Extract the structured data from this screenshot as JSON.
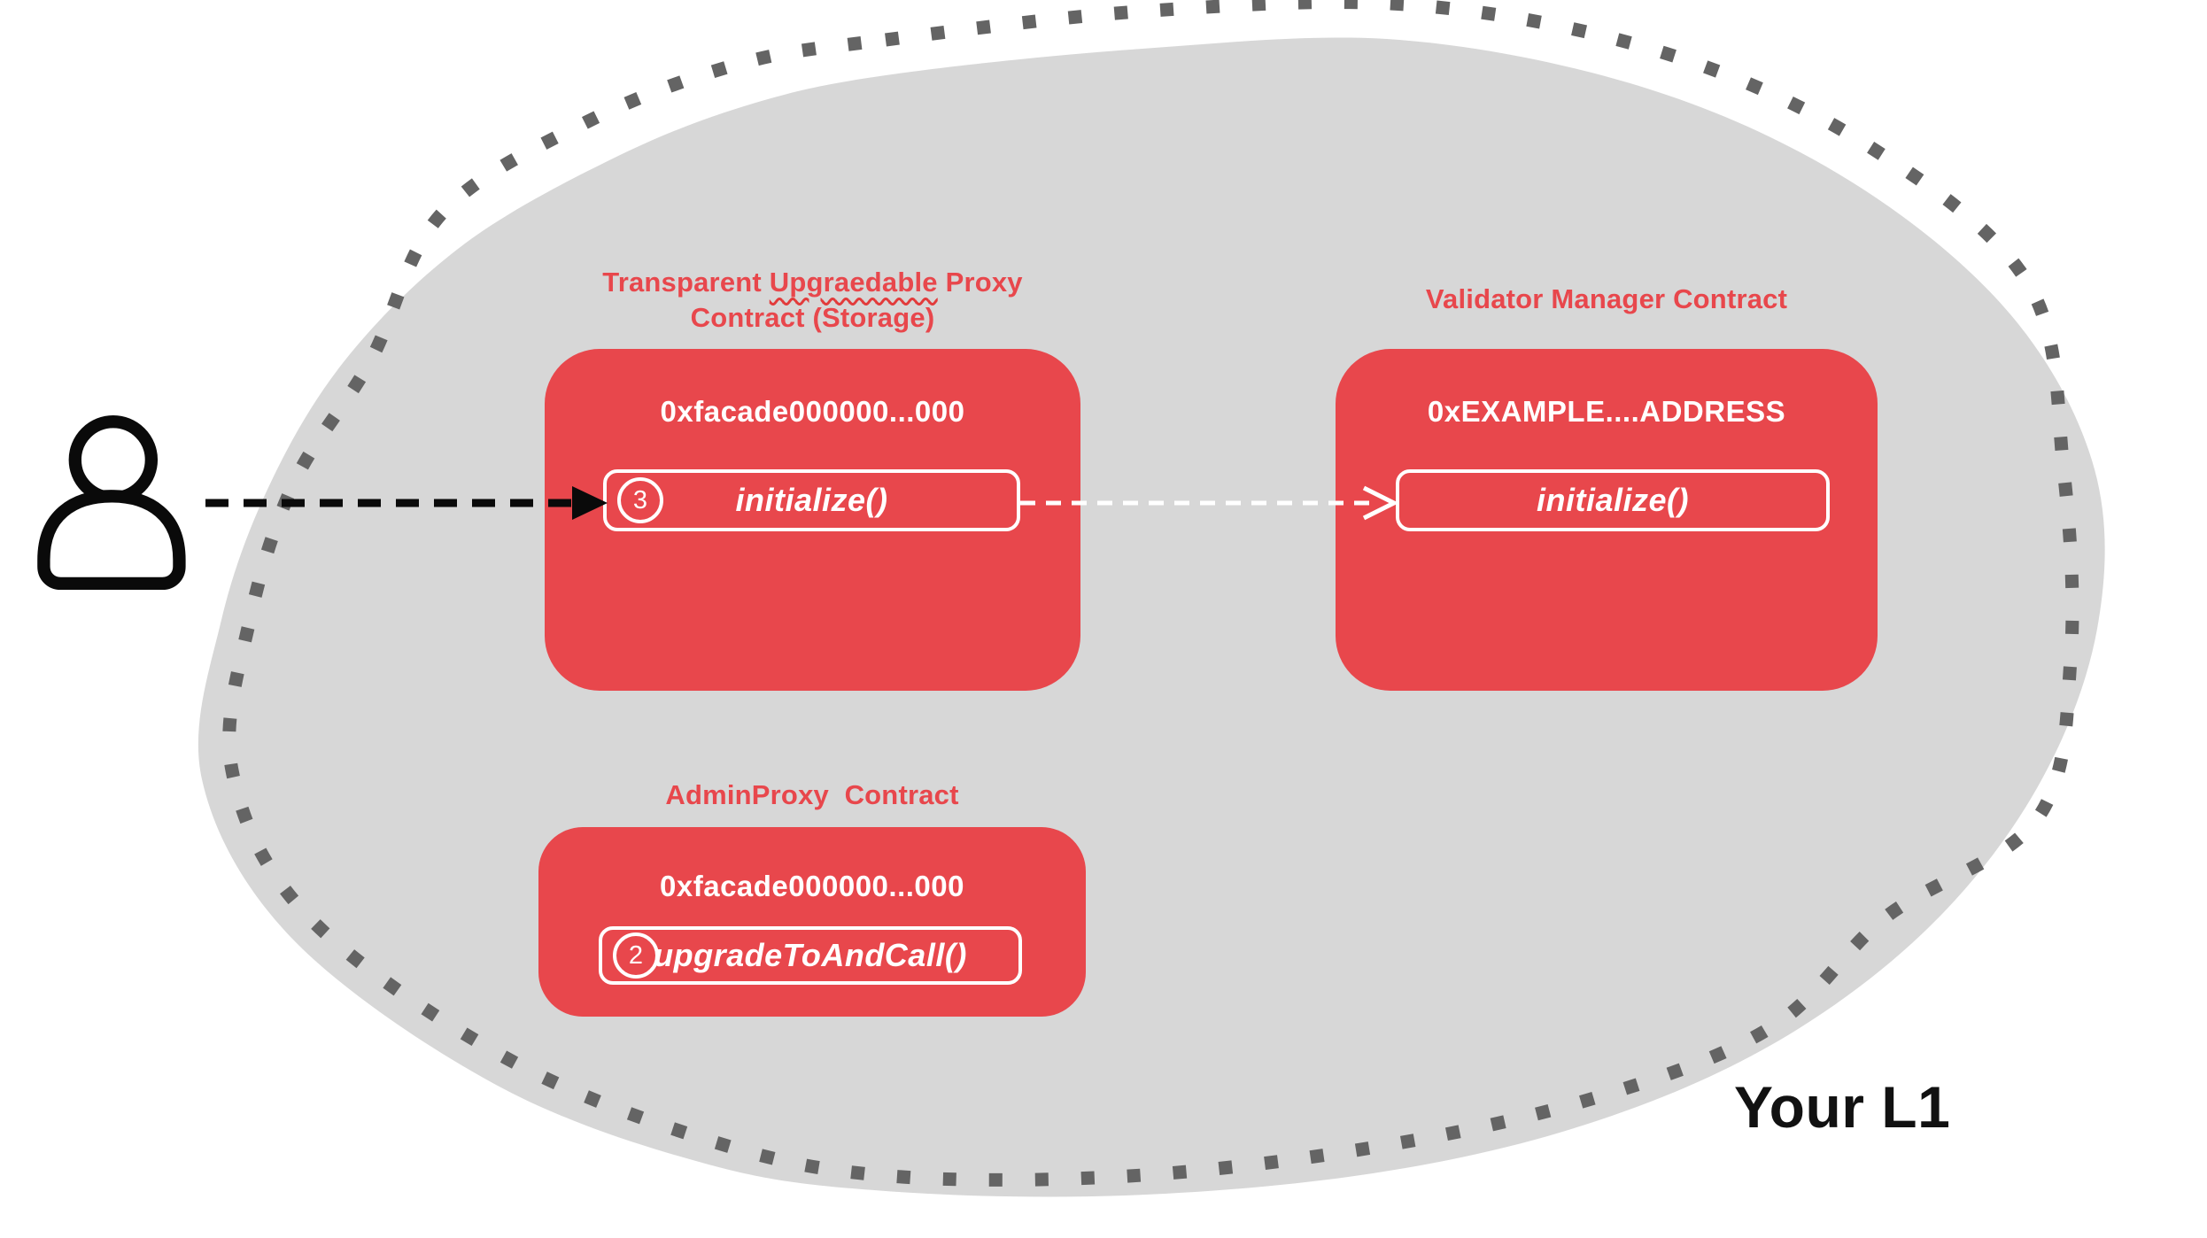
{
  "region_label": "Your L1",
  "colors": {
    "contract_red": "#e8474c",
    "blob_gray": "#d7d7d7",
    "dot_gray": "#646464",
    "arrow_black": "#0a0a0a",
    "arrow_white": "#ffffff"
  },
  "proxy_contract": {
    "title_word1": "Transparent",
    "title_word2_misspelled": "Upgraedable",
    "title_word3": "Proxy",
    "title_line2": "Contract (Storage)",
    "address": "0xfacade000000...000",
    "method_step": "3",
    "method_label": "initialize()"
  },
  "validator_contract": {
    "title": "Validator Manager Contract",
    "address": "0xEXAMPLE....ADDRESS",
    "method_label": "initialize()"
  },
  "admin_contract": {
    "title": "AdminProxy  Contract",
    "address": "0xfacade000000...000",
    "method_step": "2",
    "method_label": "upgradeToAndCall()"
  }
}
